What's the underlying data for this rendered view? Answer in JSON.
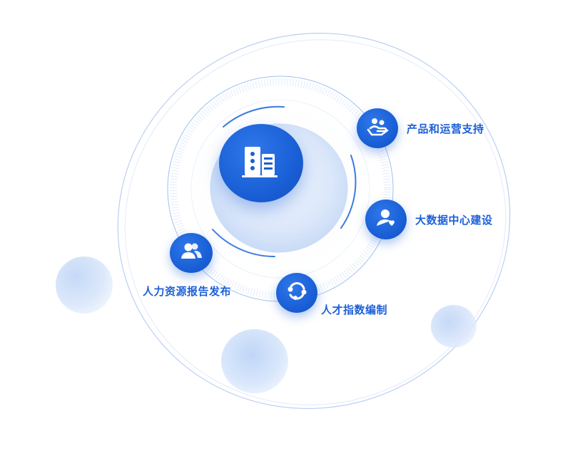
{
  "center": {
    "icon": "building-icon"
  },
  "nodes": [
    {
      "id": "product",
      "label": "产品和运营支持",
      "icon": "hand-holding-people-icon"
    },
    {
      "id": "bigdata",
      "label": "大数据中心建设",
      "icon": "user-heart-icon"
    },
    {
      "id": "talent",
      "label": "人才指数编制",
      "icon": "cycle-arrows-icon"
    },
    {
      "id": "hr",
      "label": "人力资源报告发布",
      "icon": "users-icon"
    }
  ],
  "colors": {
    "accent": "#1a5fd6",
    "label": "#1d60d8",
    "ring": "#8fb4ee",
    "glow": "#dce8fb"
  }
}
